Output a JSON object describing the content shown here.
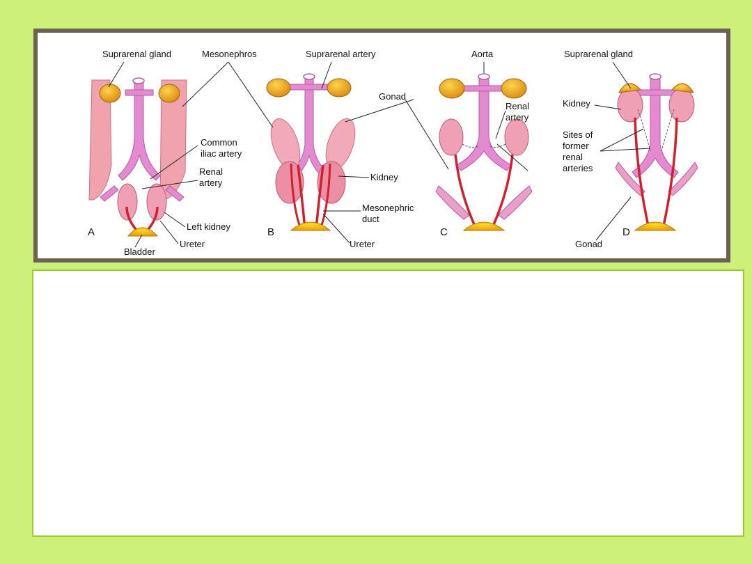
{
  "labels": {
    "suprarenal_gland_a": "Suprarenal gland",
    "mesonephros": "Mesonephros",
    "suprarenal_artery": "Suprarenal artery",
    "aorta": "Aorta",
    "suprarenal_gland_d": "Suprarenal gland",
    "gonad_b": "Gonad",
    "renal_artery_c_1": "Renal",
    "renal_artery_c_2": "artery",
    "kidney_d": "Kidney",
    "sites_1": "Sites of",
    "sites_2": "former",
    "sites_3": "renal",
    "sites_4": "arteries",
    "common_iliac_1": "Common",
    "common_iliac_2": "iliac artery",
    "renal_artery_a_1": "Renal",
    "renal_artery_a_2": "artery",
    "kidney_b": "Kidney",
    "mesonephric_1": "Mesonephric",
    "mesonephric_2": "duct",
    "left_kidney": "Left kidney",
    "ureter_a": "Ureter",
    "bladder": "Bladder",
    "ureter_b": "Ureter",
    "gonad_d": "Gonad"
  },
  "panels": [
    "A",
    "B",
    "C",
    "D"
  ],
  "colors": {
    "background": "#ccf07a",
    "frame": "#6b6250",
    "tissue_pink": "#e98aa4",
    "vessel_pink": "#d96fc0",
    "kidney_pink": "#f0a0b4",
    "gland_orange": "#e8a21a",
    "bladder_yellow": "#f5b800",
    "artery_red": "#d0202e"
  }
}
